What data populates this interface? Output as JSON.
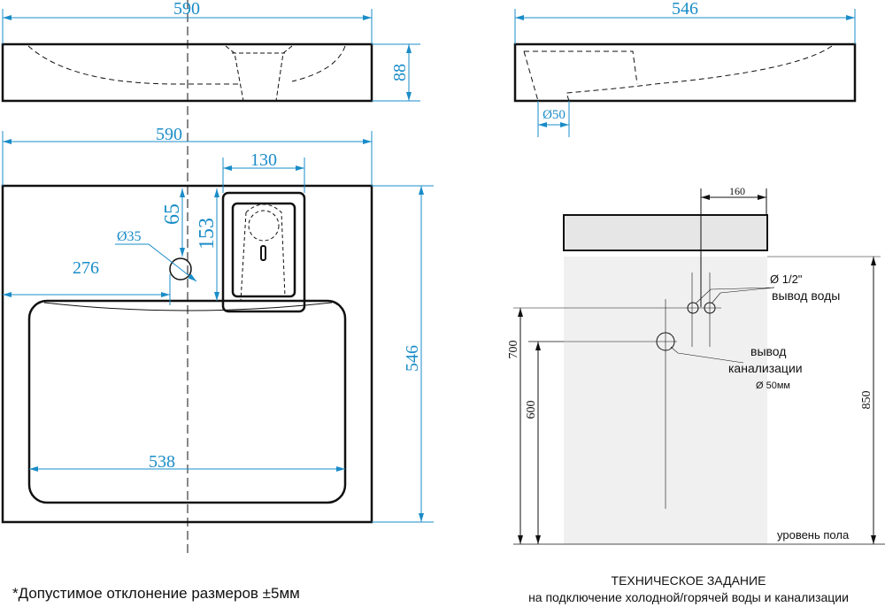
{
  "top_view": {
    "width": "590",
    "height": "88"
  },
  "side_view": {
    "depth": "546",
    "drain_diameter": "Ø50"
  },
  "plan_view": {
    "width": "590",
    "faucet_width": "130",
    "hole_offset_top": "65",
    "faucet_depth": "153",
    "hole_diameter": "Ø35",
    "hole_offset_left": "276",
    "bowl_width": "538",
    "depth": "546"
  },
  "installation": {
    "counter_depth": "160",
    "water_diameter": "Ø 1/2\"",
    "water_label": "вывод воды",
    "drain_label_1": "вывод",
    "drain_label_2": "канализации",
    "drain_diameter": "Ø 50мм",
    "height_700": "700",
    "height_600": "600",
    "height_850": "850",
    "floor_label": "уровень пола"
  },
  "footer": {
    "tolerance_note": "*Допустимое отклонение размеров ±5мм",
    "spec_title": "ТЕХНИЧЕСКОЕ ЗАДАНИЕ",
    "spec_subtitle": "на подключение холодной/горячей воды и канализации"
  },
  "colors": {
    "dimension": "#1a8cc8",
    "wall": "#f0f0f0",
    "counter": "#e6e6e6"
  }
}
